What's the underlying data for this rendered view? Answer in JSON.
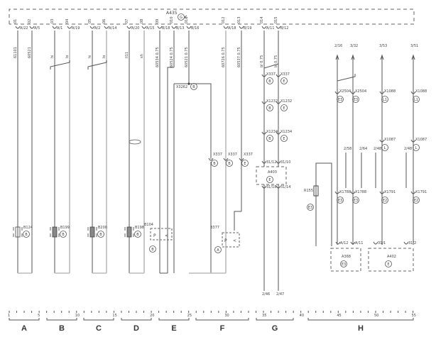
{
  "diagram": {
    "control_unit": {
      "name": "A435",
      "badge": "G"
    },
    "top_pins": [
      "A/22",
      "A/5",
      "A/1",
      "A/19",
      "A/2",
      "A/14",
      "A/20",
      "A/15",
      "B/18",
      "B/13",
      "B/16",
      "A/18",
      "B/19",
      "A/11",
      "B/12"
    ],
    "wire_labels": [
      "61101",
      "60521",
      "hi",
      "lo",
      "hi",
      "lo",
      "ll11",
      "sh",
      "60534 0.75",
      "60524 0.75",
      "60521 0.75",
      "60726 0.75",
      "60537 0.75",
      "bl 0.75",
      "bl 0.75"
    ],
    "sensors": [
      {
        "name": "B124",
        "badge": "B"
      },
      {
        "name": "B199",
        "badge": "B"
      },
      {
        "name": "B200",
        "badge": "B"
      },
      {
        "name": "B198",
        "badge": "B"
      },
      {
        "name": "B104",
        "badge": "B"
      },
      {
        "name": "B377",
        "badge": "A"
      }
    ],
    "splice": {
      "name": "X3262",
      "badge": "B"
    },
    "connectors_f": [
      {
        "name": "X337",
        "badge": "B"
      },
      {
        "name": "X337",
        "badge": "B"
      },
      {
        "name": "X337",
        "badge": "E"
      }
    ],
    "connectors_g": [
      {
        "name": "X337",
        "badge": "B"
      },
      {
        "name": "X337",
        "badge": "E"
      },
      {
        "name": "X1232",
        "badge": "B"
      },
      {
        "name": "X1232",
        "badge": "E"
      },
      {
        "name": "X1234",
        "badge": "B"
      },
      {
        "name": "X1234",
        "badge": "E"
      }
    ],
    "module_g": {
      "name": "A403",
      "badge": "E",
      "pins_in": [
        "31/12",
        "31/10"
      ],
      "pins_out": [
        "31/18",
        "31/14"
      ],
      "refs": [
        "2/46",
        "2/47"
      ]
    },
    "h_refs_top": [
      "2/16",
      "3/32",
      "3/53",
      "3/51"
    ],
    "h_refs_mid": [
      "2/58",
      "2/64",
      "2/48",
      "2/48"
    ],
    "h_connectors_top": [
      {
        "name": "X2504",
        "badge": "E3"
      },
      {
        "name": "X2504",
        "badge": "E3"
      },
      {
        "name": "X1088",
        "badge": "L1"
      },
      {
        "name": "X1088",
        "badge": "L1"
      }
    ],
    "h_connectors_mid": [
      {
        "name": "X1087",
        "badge": "L"
      },
      {
        "name": "X1087",
        "badge": "L"
      }
    ],
    "h_connectors_low": [
      {
        "name": "X1788",
        "badge": "E3"
      },
      {
        "name": "X1788",
        "badge": "E3"
      },
      {
        "name": "X1791",
        "badge": "E2"
      },
      {
        "name": "X1791",
        "badge": "E2"
      }
    ],
    "resistor": {
      "name": "R155",
      "badge": "E3"
    },
    "module_a368": {
      "name": "A368",
      "badge": "E3",
      "pins": [
        "A/12",
        "A/11"
      ]
    },
    "module_a402": {
      "name": "A402",
      "badge": "E",
      "pins": [
        "31/1",
        "31/2"
      ]
    },
    "scale_numbers": [
      "1",
      "5",
      "10",
      "15",
      "20",
      "25",
      "30",
      "35",
      "40",
      "45",
      "50",
      "55"
    ],
    "sections": [
      "A",
      "B",
      "C",
      "D",
      "E",
      "F",
      "G",
      "H"
    ]
  }
}
